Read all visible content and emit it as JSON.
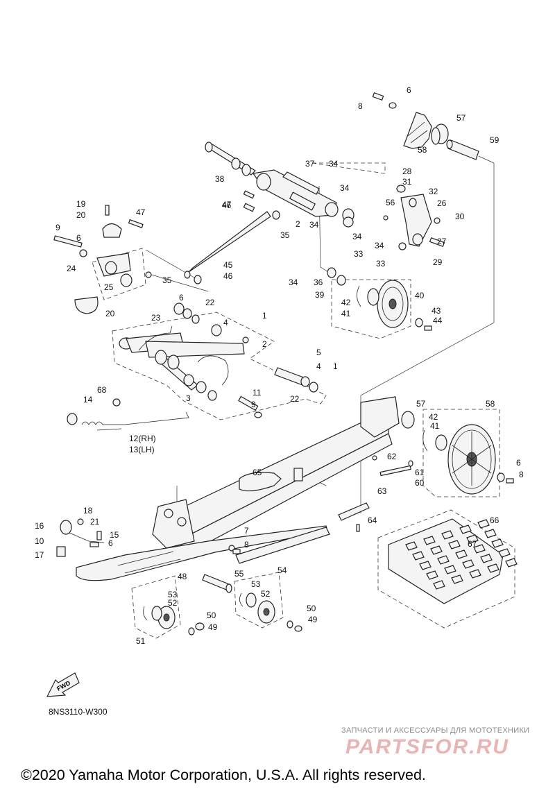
{
  "callouts": [
    "1",
    "2",
    "3",
    "4",
    "5",
    "6",
    "7",
    "8",
    "9",
    "10",
    "11",
    "12(RH)",
    "13(LH)",
    "14",
    "15",
    "16",
    "17",
    "18",
    "19",
    "20",
    "21",
    "22",
    "23",
    "24",
    "25",
    "26",
    "27",
    "28",
    "29",
    "30",
    "31",
    "32",
    "33",
    "34",
    "35",
    "36",
    "37",
    "38",
    "39",
    "40",
    "41",
    "42",
    "43",
    "44",
    "45",
    "46",
    "47",
    "48",
    "49",
    "50",
    "51",
    "52",
    "53",
    "54",
    "55",
    "56",
    "57",
    "58",
    "59",
    "60",
    "61",
    "62",
    "63",
    "64",
    "65",
    "66",
    "67",
    "68"
  ],
  "diagram_code": "8NS3110-W300",
  "fwd_label": "FWD",
  "watermark": {
    "tagline": "ЗАПЧАСТИ И АКСЕССУАРЫ ДЛЯ МОТОТЕХНИКИ",
    "brand": "PARTSFOR.RU"
  },
  "copyright": "©2020 Yamaha Motor Corporation, U.S.A. All rights reserved."
}
